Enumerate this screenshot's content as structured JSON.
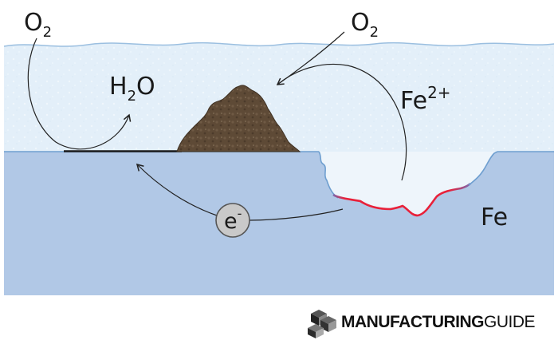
{
  "labels": {
    "o2_left": "O",
    "o2_left_sub": "2",
    "o2_right": "O",
    "o2_right_sub": "2",
    "h2o_h": "H",
    "h2o_sub": "2",
    "h2o_o": "O",
    "fe_ion": "Fe",
    "fe_ion_sup": "2+",
    "fe_metal": "Fe",
    "electron": "e",
    "electron_sup": "-"
  },
  "brand": {
    "bold": "MANUFACTURING",
    "light": "GUIDE"
  },
  "colors": {
    "water": "#e3eff9",
    "metal": "#b1c8e6",
    "pit": "#eef5fb",
    "pit_edge": "#e8213a",
    "rust": "#5e4a36",
    "electron": "#c9c9c9"
  }
}
